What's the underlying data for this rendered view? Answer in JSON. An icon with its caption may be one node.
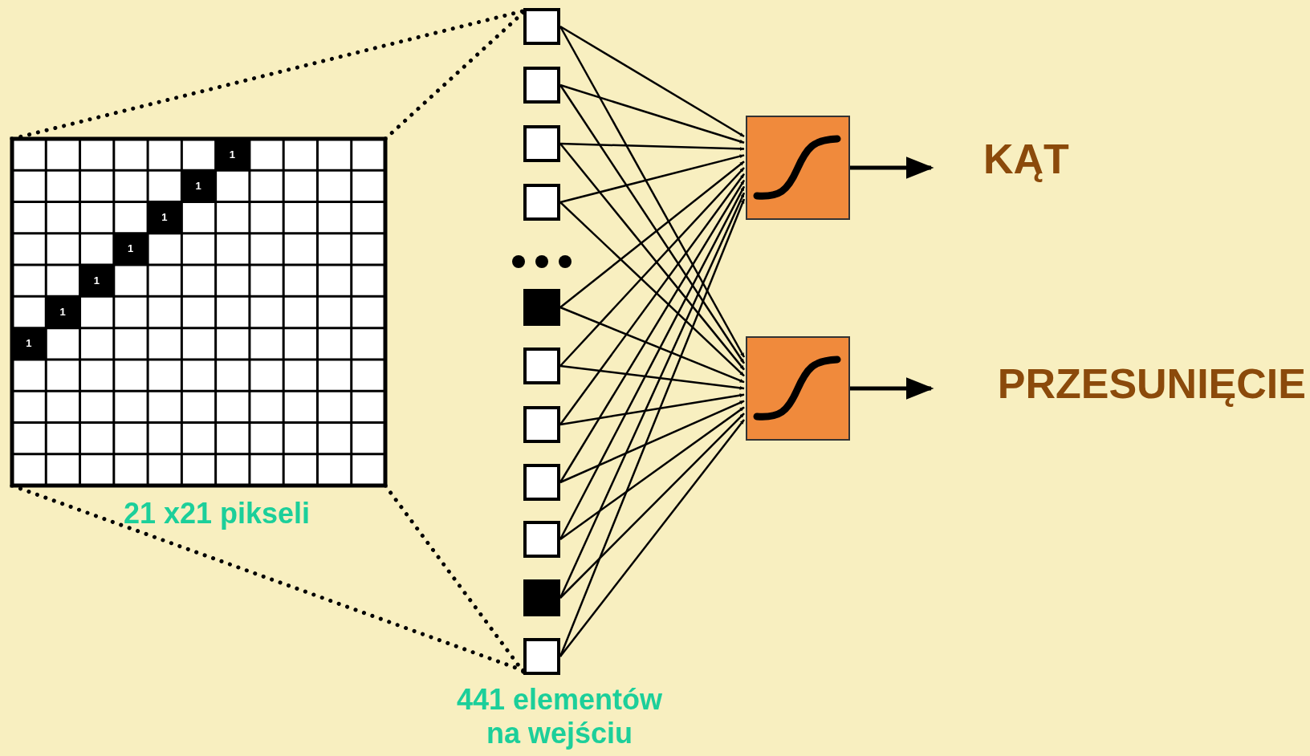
{
  "diagram": {
    "nodes": [
      {
        "text": [],
        "shape": "box",
        "beside": [
          "21 x21 pikseli"
        ]
      },
      {
        "text": [],
        "shape": "box"
      },
      {
        "text": [],
        "shape": "box"
      },
      {
        "text": [],
        "shape": "box"
      },
      {
        "text": [],
        "shape": "box"
      },
      {
        "text": [],
        "shape": "box"
      },
      {
        "text": [],
        "shape": "box"
      },
      {
        "text": [],
        "shape": "box"
      },
      {
        "text": [],
        "shape": "box"
      },
      {
        "text": [],
        "shape": "box"
      },
      {
        "text": [],
        "shape": "box"
      },
      {
        "text": [],
        "shape": "box"
      },
      {
        "text": [],
        "shape": "box"
      },
      {
        "text": [],
        "shape": "box"
      },
      {
        "text": [
          "KĄT"
        ]
      },
      {
        "text": [
          "PRZESUNIĘCIE"
        ]
      }
    ],
    "edges": [
      {
        "from": 0,
        "to": 1,
        "arrow": "none",
        "style": "dashed"
      },
      {
        "from": 0,
        "to": 1,
        "arrow": "none",
        "style": "dashed"
      },
      {
        "from": 0,
        "to": 11,
        "arrow": "none",
        "style": "dashed"
      },
      {
        "from": 0,
        "to": 11,
        "arrow": "none",
        "style": "dashed"
      },
      {
        "from": 1,
        "to": 12,
        "arrow": "to"
      },
      {
        "from": 1,
        "to": 13,
        "arrow": "to"
      },
      {
        "from": 2,
        "to": 12,
        "arrow": "to"
      },
      {
        "from": 2,
        "to": 13,
        "arrow": "to"
      },
      {
        "from": 3,
        "to": 12,
        "arrow": "to"
      },
      {
        "from": 3,
        "to": 13,
        "arrow": "to"
      },
      {
        "from": 4,
        "to": 12,
        "arrow": "to"
      },
      {
        "from": 4,
        "to": 13,
        "arrow": "to"
      },
      {
        "from": 5,
        "to": 12,
        "arrow": "to"
      },
      {
        "from": 5,
        "to": 13,
        "arrow": "to"
      },
      {
        "from": 6,
        "to": 12,
        "arrow": "to"
      },
      {
        "from": 6,
        "to": 13,
        "arrow": "to"
      },
      {
        "from": 7,
        "to": 12,
        "arrow": "to"
      },
      {
        "from": 7,
        "to": 13,
        "arrow": "to"
      },
      {
        "from": 8,
        "to": 12,
        "arrow": "to"
      },
      {
        "from": 8,
        "to": 13,
        "arrow": "to"
      },
      {
        "from": 9,
        "to": 12,
        "arrow": "to"
      },
      {
        "from": 9,
        "to": 13,
        "arrow": "to"
      },
      {
        "from": 10,
        "to": 12,
        "arrow": "to"
      },
      {
        "from": 10,
        "to": 13,
        "arrow": "to"
      },
      {
        "from": 11,
        "to": 12,
        "arrow": "to"
      },
      {
        "from": 11,
        "to": 13,
        "arrow": "to"
      },
      {
        "from": 12,
        "to": 14,
        "arrow": "to",
        "style": "thick"
      },
      {
        "from": 13,
        "to": 15,
        "arrow": "to",
        "style": "thick"
      }
    ],
    "labels": [
      "1",
      "1",
      "1",
      "1",
      "1",
      "1",
      "1",
      "441 elementów na wejściu"
    ]
  }
}
